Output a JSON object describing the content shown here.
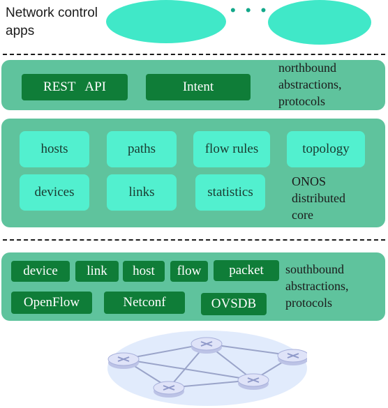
{
  "apps": {
    "label": "Network control apps",
    "ellipsis": "• • •"
  },
  "northbound": {
    "buttons": [
      "REST   API",
      "Intent"
    ],
    "label": "northbound abstractions, protocols"
  },
  "core": {
    "modules": [
      "hosts",
      "paths",
      "flow rules",
      "topology",
      "devices",
      "links",
      "statistics"
    ],
    "label": "ONOS distributed core"
  },
  "southbound": {
    "row1": [
      "device",
      "link",
      "host",
      "flow",
      "packet"
    ],
    "row2": [
      "OpenFlow",
      "Netconf",
      "OVSDB"
    ],
    "label": "southbound abstractions, protocols"
  },
  "colors": {
    "layer": "#5fc39d",
    "button_dark": "#0f7d38",
    "module": "#52f0cf",
    "app": "#40e8c8"
  }
}
